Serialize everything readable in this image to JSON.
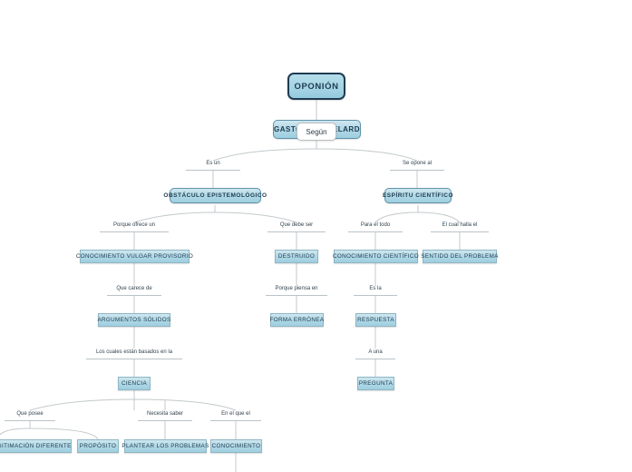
{
  "map": {
    "title": "OPONIÓN",
    "background": "#ffffff",
    "node_fill": "#b3d9e6",
    "node_border": "#8fb6c4",
    "root_border": "#1f3b52",
    "edge_color": "#c3c9cc",
    "text_color": "#1d3b50"
  },
  "nodes": {
    "root": "OPONIÓN",
    "author": "GASTON BACHELARD",
    "obstaculo": "OBSTÁCULO EPISTEMOLÓGICO",
    "espiritu": "ESPÍRITU CIENTÍFICO",
    "conocimiento_vulgar": "CONOCIMIENTO VULGAR PROVISORIO",
    "destruido": "DESTRUIDO",
    "conocimiento_cientifico": "CONOCIMIENTO CIENTÍFICO",
    "sentido_problema": "SENTIDO DEL PROBLEMA",
    "argumentos": "ARGUMENTOS SÓLIDOS",
    "forma_erronea": "FORMA ERRÓNEA",
    "respuesta": "RESPUESTA",
    "ciencia": "CIENCIA",
    "pregunta": "PREGUNTA",
    "legitimacion": "LEGITIMACIÓN DIFERENTE",
    "proposito": "PROPÓSITO",
    "plantear": "PLANTEAR LOS PROBLEMAS",
    "conocimiento": "CONOCIMIENTO"
  },
  "links": {
    "segun": "Según",
    "es_un": "Es un",
    "se_opone_al": "Se opone al",
    "porque_ofrece_un": "Porque ofrece un",
    "que_debe_ser": "Que debe ser",
    "para_el_todo": "Para el todo",
    "el_cual_halla_el": "El cual halla el",
    "que_carece_de": "Que carece de",
    "porque_piensa_en": "Porque piensa en",
    "es_la": "Es la",
    "los_cuales_basados": "Los cuales están basados en la",
    "a_una": "A una",
    "que_posee": "Que posee",
    "necesita_saber": "Necesita saber",
    "en_el_que_el": "En el que el"
  }
}
